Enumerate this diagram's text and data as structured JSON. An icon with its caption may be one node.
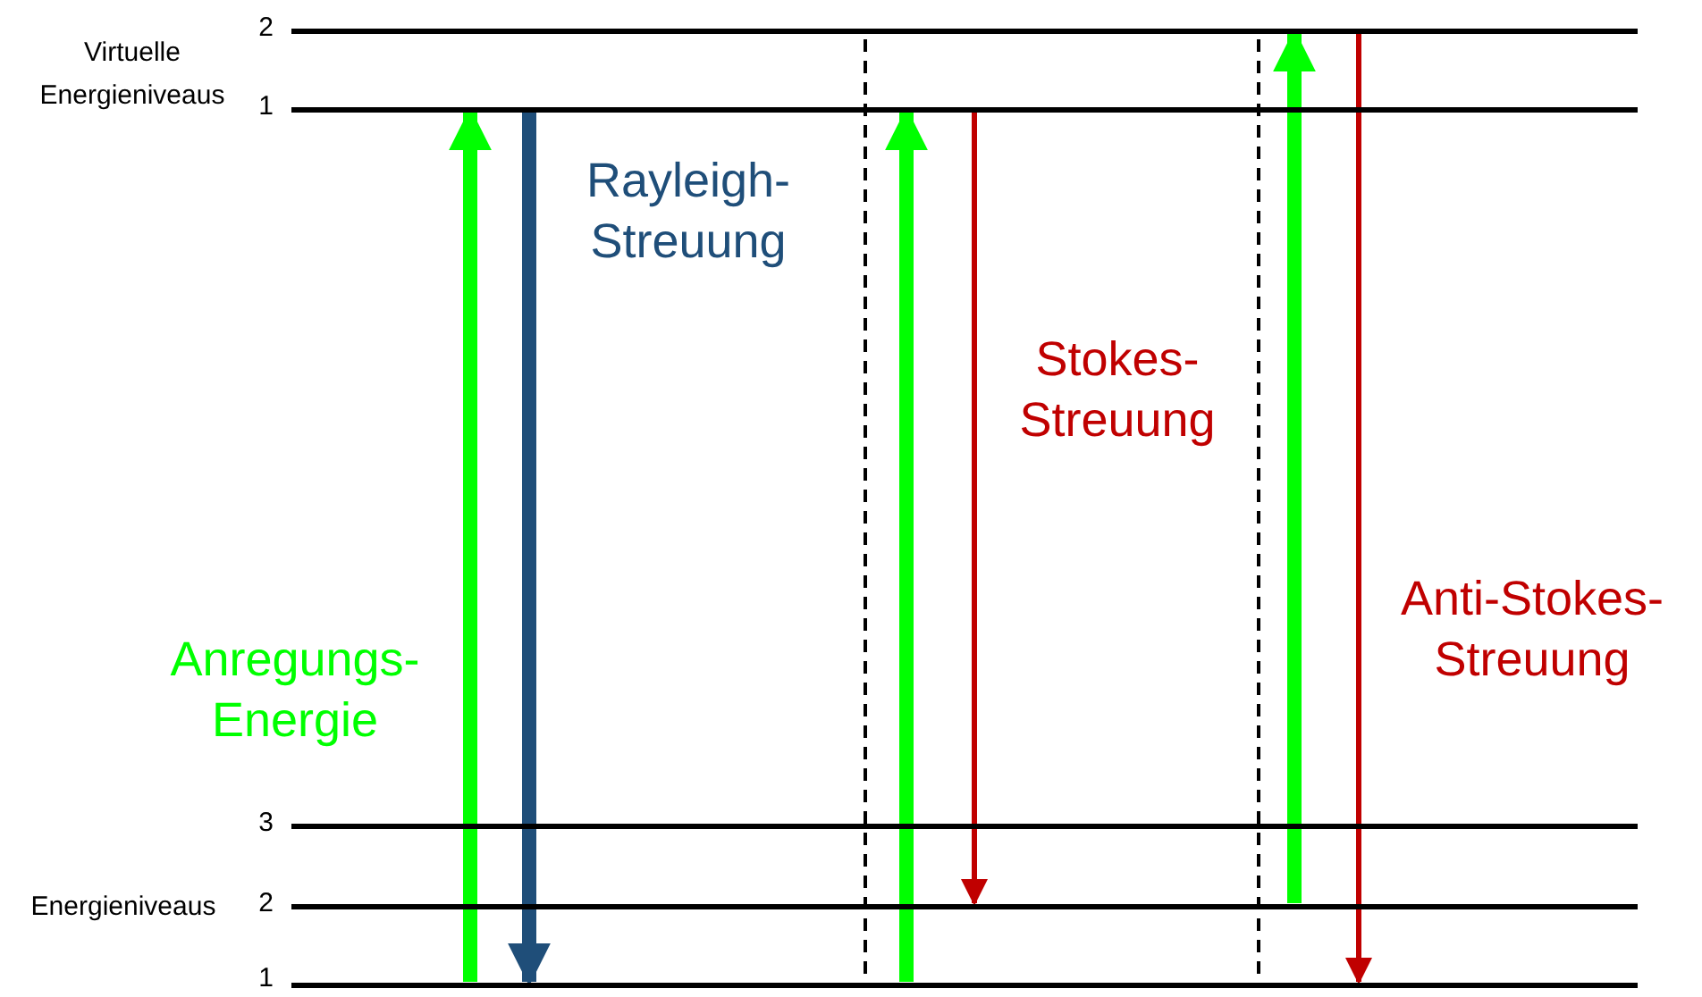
{
  "diagram": {
    "nodes": [
      {
        "text": [],
        "shape": "bar",
        "beside": [
          "2"
        ]
      },
      {
        "text": [],
        "shape": "bar",
        "beside": [
          "1"
        ]
      },
      {
        "text": [],
        "shape": "bar",
        "beside": [
          "3"
        ]
      },
      {
        "text": [],
        "shape": "bar",
        "beside": [
          "2"
        ]
      },
      {
        "text": [],
        "shape": "bar",
        "beside": [
          "1"
        ]
      }
    ],
    "edges": [
      {
        "from": 4,
        "to": 1,
        "arrow": "to",
        "label": "Anregungs-Energie"
      },
      {
        "from": 1,
        "to": 4,
        "arrow": "to",
        "label": "Rayleigh-Streuung",
        "color": "#1f4e79"
      },
      {
        "from": 4,
        "to": 1,
        "arrow": "to"
      },
      {
        "from": 1,
        "to": 3,
        "arrow": "to",
        "label": "Stokes-Streuung",
        "color": "#c00000"
      },
      {
        "from": 3,
        "to": 0,
        "arrow": "to"
      },
      {
        "from": 0,
        "to": 4,
        "arrow": "to",
        "label": "Anti-Stokes-Streuung",
        "color": "#c00000"
      }
    ],
    "labels": [
      "Virtuelle Energieniveaus",
      "Energieniveaus"
    ]
  }
}
